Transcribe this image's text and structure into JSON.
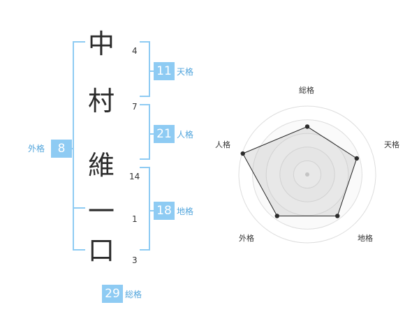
{
  "name": {
    "chars": [
      {
        "char": "中",
        "strokes": "4"
      },
      {
        "char": "村",
        "strokes": "7"
      },
      {
        "char": "維",
        "strokes": "14"
      },
      {
        "char": "一",
        "strokes": "1"
      },
      {
        "char": "口",
        "strokes": "3"
      }
    ]
  },
  "fortunes": {
    "tenkaku": {
      "value": "11",
      "label": "天格"
    },
    "jinkaku": {
      "value": "21",
      "label": "人格"
    },
    "chikaku": {
      "value": "18",
      "label": "地格"
    },
    "gaikaku": {
      "value": "8",
      "label": "外格"
    },
    "soukaku": {
      "value": "29",
      "label": "総格"
    }
  },
  "radar": {
    "axes": [
      "総格",
      "天格",
      "地格",
      "外格",
      "人格"
    ],
    "scores": [
      0.7,
      0.76,
      0.75,
      0.75,
      0.99
    ],
    "max": 1
  },
  "colors": {
    "accent": "#8ecbf3",
    "bracket": "#8ecbf3",
    "label": "#52a5dc"
  }
}
